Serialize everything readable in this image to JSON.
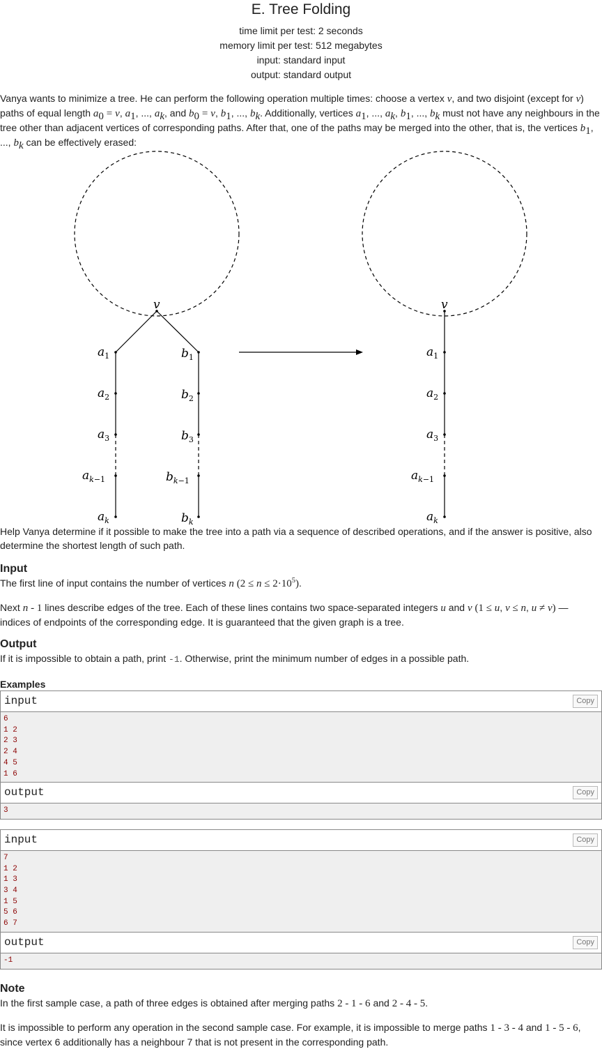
{
  "problem": {
    "title": "E. Tree Folding",
    "time_limit": "time limit per test: 2 seconds",
    "memory_limit": "memory limit per test: 512 megabytes",
    "input": "input: standard input",
    "output": "output: standard output"
  },
  "statement": {
    "p1_a": "Vanya wants to minimize a tree. He can perform the following operation multiple times: choose a vertex ",
    "p1_b": ", and two disjoint (except for ",
    "p1_c": ") paths of equal length ",
    "p1_d": ", and ",
    "p1_e": ". Additionally, vertices ",
    "p1_f": " must not have any neighbours in the tree other than adjacent vertices of corresponding paths. After that, one of the paths may be merged into the other, that is, the vertices ",
    "p1_g": " can be effectively erased:",
    "p2": "Help Vanya determine if it possible to make the tree into a path via a sequence of described operations, and if the answer is positive, also determine the shortest length of such path."
  },
  "figure": {
    "left_labels": [
      "v",
      "a1",
      "a2",
      "a3",
      "ak−1",
      "ak",
      "b1",
      "b2",
      "b3",
      "bk−1",
      "bk"
    ],
    "right_labels": [
      "v",
      "a1",
      "a2",
      "a3",
      "ak−1",
      "ak"
    ]
  },
  "input_section": {
    "title": "Input",
    "p1_a": "The first line of input contains the number of vertices ",
    "p1_b": ".",
    "p2_a": "Next ",
    "p2_b": " lines describe edges of the tree. Each of these lines contains two space-separated integers ",
    "p2_c": " and ",
    "p2_d": " — indices of endpoints of the corresponding edge. It is guaranteed that the given graph is a tree."
  },
  "output_section": {
    "title": "Output",
    "p_a": "If it is impossible to obtain a path, print ",
    "p_code": "-1",
    "p_b": ". Otherwise, print the minimum number of edges in a possible path."
  },
  "examples": {
    "title": "Examples",
    "input_label": "input",
    "output_label": "output",
    "copy_label": "Copy",
    "items": [
      {
        "input": [
          "6",
          "1 2",
          "2 3",
          "2 4",
          "4 5",
          "1 6"
        ],
        "output": [
          "3"
        ]
      },
      {
        "input": [
          "7",
          "1 2",
          "1 3",
          "3 4",
          "1 5",
          "5 6",
          "6 7"
        ],
        "output": [
          "-1"
        ]
      }
    ]
  },
  "note": {
    "title": "Note",
    "p1_a": "In the first sample case, a path of three edges is obtained after merging paths ",
    "p1_path1": "2 - 1 - 6",
    "p1_b": " and ",
    "p1_path2": "2 - 4 - 5",
    "p1_c": ".",
    "p2_a": "It is impossible to perform any operation in the second sample case. For example, it is impossible to merge paths ",
    "p2_path1": "1 - 3 - 4",
    "p2_b": " and ",
    "p2_path2": "1 - 5 - 6",
    "p2_c": ", since vertex 6 additionally has a neighbour 7 that is not present in the corresponding path."
  }
}
